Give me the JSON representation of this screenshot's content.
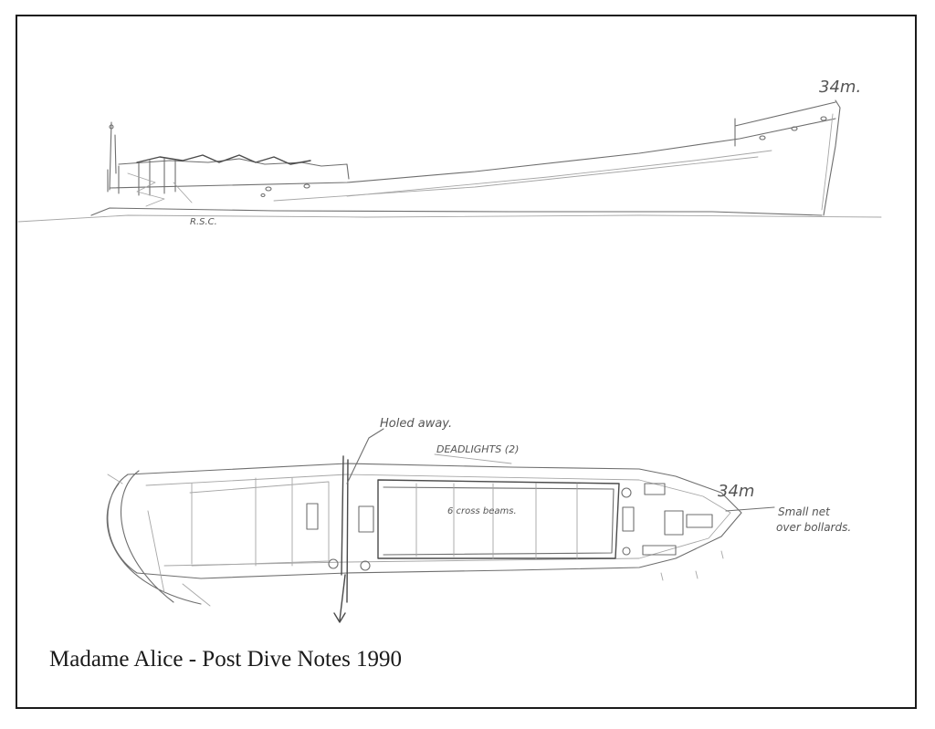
{
  "caption": "Madame Alice - Post Dive Notes 1990",
  "annotations": {
    "side_length": "34m.",
    "side_stern_note": "R.S.C.",
    "plan_length": "34m",
    "holed": "Holed away.",
    "deadlights": "DEADLIGHTS (2)",
    "cross_beams": "6 cross beams.",
    "bow_note_line1": "Small net",
    "bow_note_line2": "over bollards."
  }
}
